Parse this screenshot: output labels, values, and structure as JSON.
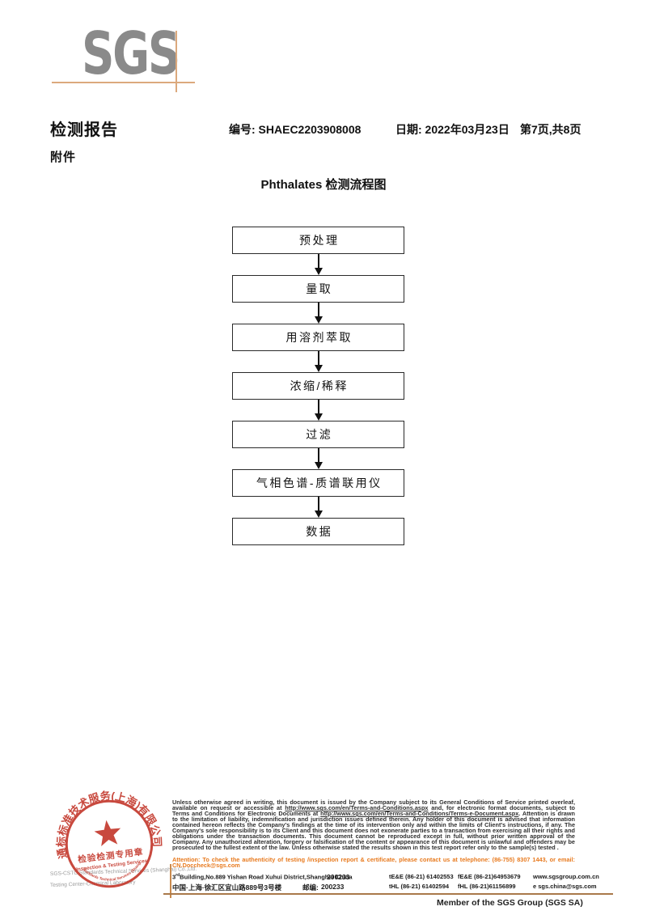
{
  "logo": {
    "text": "SGS"
  },
  "header": {
    "report_title": "检测报告",
    "report_no": "编号: SHAEC2203908008",
    "date": "日期: 2022年03月23日",
    "page_info": "第7页,共8页",
    "attachment_label": "附件"
  },
  "flowchart": {
    "title": "Phthalates 检测流程图",
    "steps": [
      "预处理",
      "量取",
      "用溶剂萃取",
      "浓缩/稀释",
      "过滤",
      "气相色谱-质谱联用仪",
      "数据"
    ]
  },
  "footer": {
    "disclaimer": {
      "p1": "Unless otherwise agreed in writing, this document is issued by the Company subject to its General Conditions of Service printed overleaf, available on request or accessible at ",
      "url1": "http://www.sgs.com/en/Terms-and-Conditions.aspx",
      "p2": " and, for electronic format documents, subject to Terms and Conditions for Electronic Documents at ",
      "url2": "http://www.sgs.com/en/Terms-and-Conditions/Terms-e-Document.aspx",
      "p3": ". Attention is drawn to the limitation of liability, indemnification and jurisdiction issues defined therein. Any holder of this document is advised that information contained hereon reflects the Company's findings at the time of its intervention only and within the limits of Client's instructions, if any. The Company's sole responsibility is to its Client and this document does not exonerate parties to a transaction from exercising all their rights and obligations under the transaction documents. This document cannot be reproduced except in full, without prior written approval of the Company. Any unauthorized alteration, forgery or falsification of the content or appearance of this document is unlawful and offenders may be prosecuted to the fullest extent of the law. Unless otherwise stated the results shown in this test report refer only to the sample(s) tested ."
    },
    "attention": "Attention: To check the authenticity of testing /inspection report & certificate, please contact us at telephone: (86-755) 8307 1443, or email: CN.Doccheck@sgs.com",
    "address": {
      "en_prefix": "3",
      "en_sup": "rd",
      "en_rest": "Building,No.889 Yishan Road Xuhui District,Shanghai China",
      "en_postcode": "200233",
      "cn": "中国·上海·徐汇区宜山路889号3号楼",
      "cn_postcode_label": "邮编:",
      "cn_postcode": "200233",
      "tel1": "tE&E (86-21) 61402553",
      "fax1": "fE&E (86-21)64953679",
      "web": "www.sgsgroup.com.cn",
      "tel2": "tHL (86-21) 61402594",
      "fax2": "fHL (86-21)61156899",
      "email": "e sgs.china@sgs.com"
    },
    "member": "Member of the SGS Group (SGS SA)",
    "stamp": {
      "ring_text": "通标标准技术服务(上海)有限公司",
      "arc_text": "SGS-CSTC Standards Technical Services (Shanghai) Co.,Ltd.",
      "seal_cn": "检验检测专用章",
      "seal_en": "Inspection & Testing Services",
      "company_line1": "SGS-CSTC Standards Technical Services (Shanghai) Co.,Ltd.",
      "company_line2": "Testing Center-Chemical Laboratory"
    }
  },
  "colors": {
    "logo_gray": "#8a8a8a",
    "accent_tan": "#dca97d",
    "stamp_red": "#c43a2e",
    "attention_orange": "#e87a1e",
    "footer_line_brown": "#a9794a"
  }
}
